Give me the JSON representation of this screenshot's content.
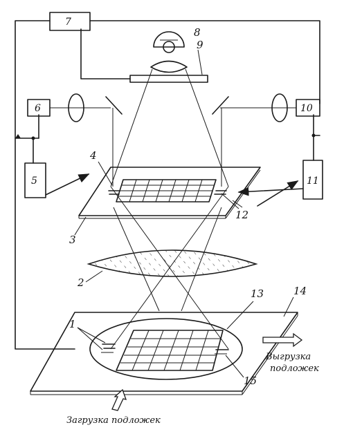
{
  "labels": {
    "l1": "1",
    "l2": "2",
    "l3": "3",
    "l4": "4",
    "l5": "5",
    "l6": "6",
    "l7": "7",
    "l8": "8",
    "l9": "9",
    "l10": "10",
    "l11": "11",
    "l12": "12",
    "l13": "13",
    "l14": "14",
    "l15": "15"
  },
  "captions": {
    "unload_line1": "Выгрузка",
    "unload_line2": "подложек",
    "load": "Загрузка  подложек"
  }
}
